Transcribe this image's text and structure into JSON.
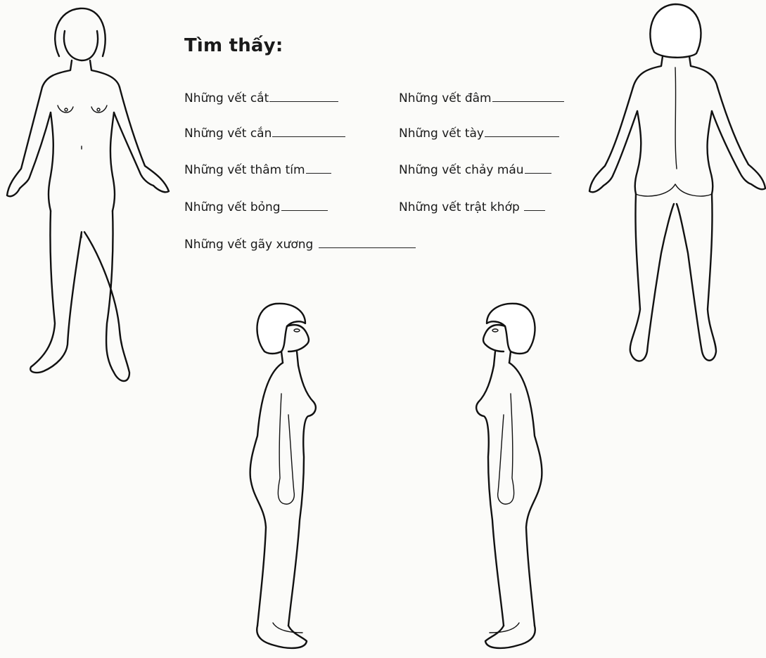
{
  "form": {
    "title": "Tìm thấy:",
    "findings": [
      {
        "label": "Những vết cắt"
      },
      {
        "label": "Những vết đâm"
      },
      {
        "label": "Những vết cắn"
      },
      {
        "label": "Những vết tày"
      },
      {
        "label": "Những vết thâm tím"
      },
      {
        "label": "Những vết chảy máu"
      },
      {
        "label": "Những vết bỏng"
      },
      {
        "label": "Những vết trật khớp"
      },
      {
        "label": "Những vết gãy xương"
      }
    ]
  }
}
